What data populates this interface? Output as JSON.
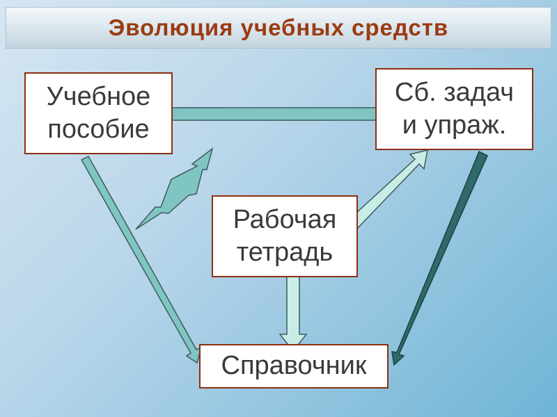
{
  "title": "Эволюция учебных средств",
  "boxes": {
    "uchebnoe": "Учебное\nпособие",
    "sbornik": "Сб. задач\nи упраж.",
    "rabochaya": "Рабочая\nтетрадь",
    "spravochnik": "Справочник"
  },
  "colors": {
    "title": "#9c3a12",
    "box_border": "#8b2e12",
    "arrow_light_fill": "#c9ede6",
    "arrow_teal_fill": "#7fc5c2",
    "arrow_dark_fill": "#2f6a6a",
    "arrow_outline": "#3d5a5a"
  }
}
